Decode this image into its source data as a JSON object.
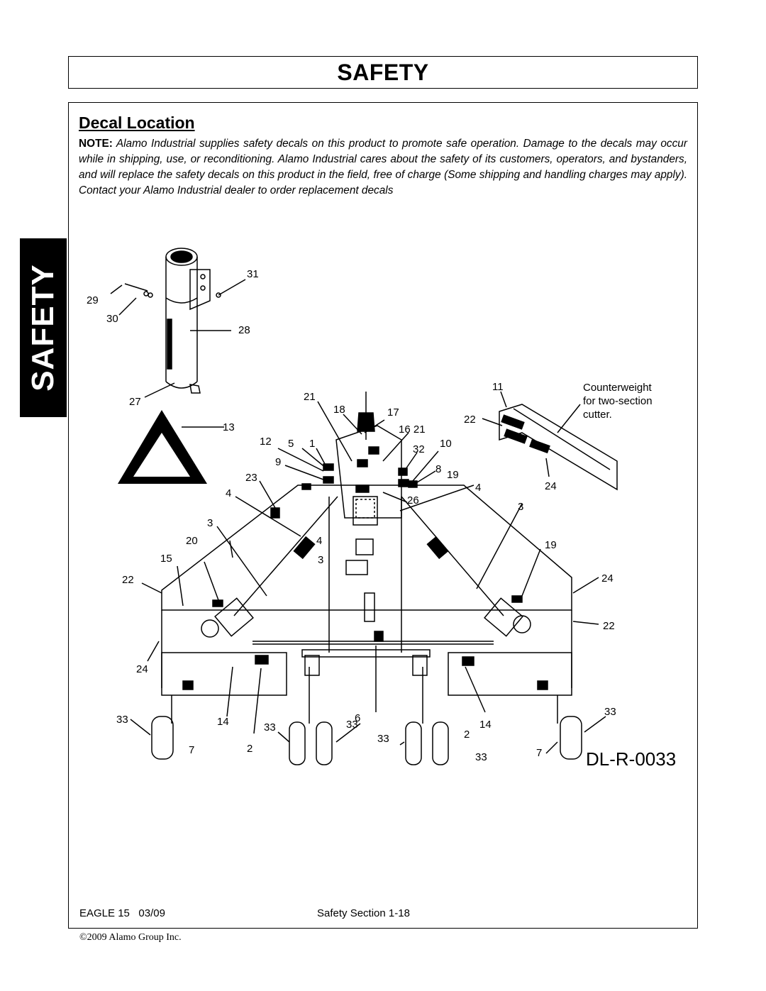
{
  "header": {
    "title": "SAFETY"
  },
  "side_tab": {
    "label": "SAFETY"
  },
  "section": {
    "heading": "Decal Location",
    "note_label": "NOTE:",
    "note_text": "Alamo Industrial supplies safety decals on this product to promote safe operation. Damage to the decals may occur while in shipping, use, or reconditioning. Alamo Industrial cares about the safety of its customers, operators, and bystanders, and will replace the safety decals on this product in the field, free of charge (Some shipping and handling charges may apply). Contact your Alamo Industrial dealer to order replacement decals"
  },
  "diagram": {
    "drawing_id": "DL-R-0033",
    "counterweight_label_1": "Counterweight",
    "counterweight_label_2": "for two-section",
    "counterweight_label_3": "cutter.",
    "callouts": {
      "c31": "31",
      "c29": "29",
      "c30": "30",
      "c28": "28",
      "c27": "27",
      "c13": "13",
      "c21a": "21",
      "c18": "18",
      "c17": "17",
      "c16_21": "16 21",
      "c12": "12",
      "c5": "5",
      "c1": "1",
      "c32": "32",
      "c10": "10",
      "c9": "9",
      "c8": "8",
      "c19a": "19",
      "c23": "23",
      "c4a": "4",
      "c4b": "4",
      "c26": "26",
      "c3a": "3",
      "c3b": "3",
      "c3c": "3",
      "c20": "20",
      "c4c": "4",
      "c15": "15",
      "c19b": "19",
      "c22a": "22",
      "c24a": "24",
      "c22b": "22",
      "c24b": "24",
      "c33a": "33",
      "c14a": "14",
      "c33b": "33",
      "c33c": "33",
      "c6": "6",
      "c2a": "2",
      "c14b": "14",
      "c33d": "33",
      "c7a": "7",
      "c2b": "2",
      "c33e": "33",
      "c33f": "33",
      "c7b": "7",
      "c11": "11",
      "c22c": "22",
      "c24c": "24"
    }
  },
  "footer": {
    "model_date": "EAGLE 15   03/09",
    "section_page": "Safety Section 1-18",
    "copyright": "©2009 Alamo Group Inc."
  }
}
